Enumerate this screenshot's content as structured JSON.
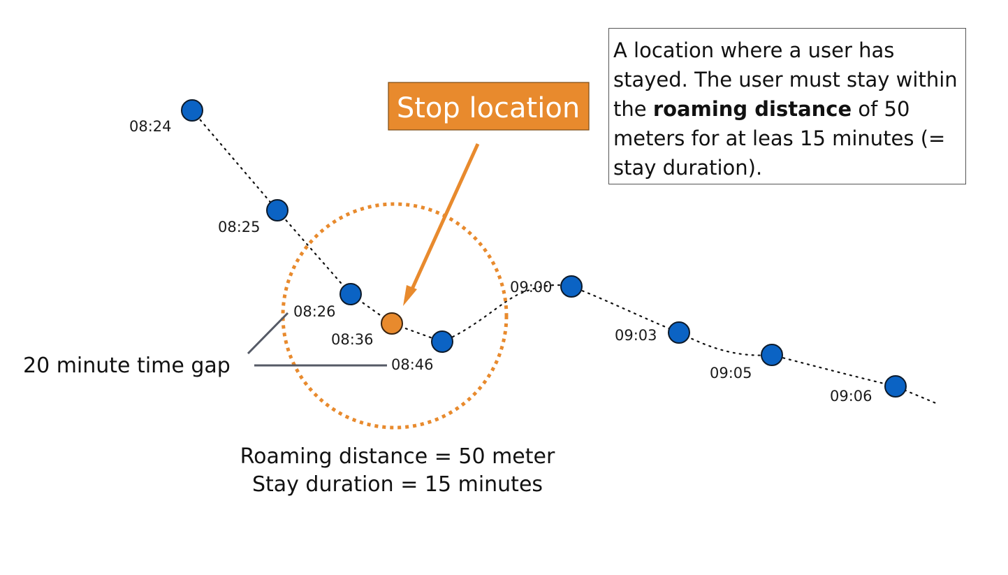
{
  "stop_label": {
    "title": "Stop location",
    "fill_color": "#E88A2D"
  },
  "definition_box": {
    "part1": "A location where a user has stayed. The user must stay within the",
    "highlight": "roaming distance",
    "part2": "of 50 meters for at leas 15 minutes (= stay duration)."
  },
  "gap_annotation": {
    "text": "20 minute time gap"
  },
  "caption": {
    "line1": "Roaming distance = 50 meter",
    "line2": "Stay duration = 15 minutes"
  },
  "points": [
    {
      "time": "08:24",
      "type": "track"
    },
    {
      "time": "08:25",
      "type": "track"
    },
    {
      "time": "08:26",
      "type": "track"
    },
    {
      "time": "08:36",
      "type": "stop"
    },
    {
      "time": "08:46",
      "type": "track"
    },
    {
      "time": "09:00",
      "type": "track"
    },
    {
      "time": "09:03",
      "type": "track"
    },
    {
      "time": "09:05",
      "type": "track"
    },
    {
      "time": "09:06",
      "type": "track"
    }
  ],
  "colors": {
    "track_point": "#0B63C4",
    "stop_point": "#E88A2D",
    "roaming_circle": "#E88A2D",
    "arrow": "#E88A2D",
    "gap_lines": "#555a66"
  }
}
